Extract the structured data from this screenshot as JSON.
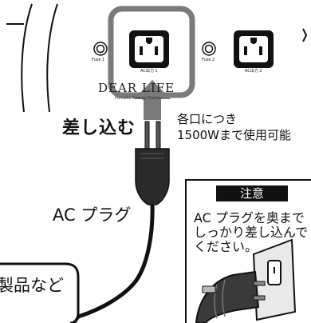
{
  "labels": {
    "insert": "差し込む",
    "note_line1": "各口につき",
    "note_line2": "1500Wまで使用可能",
    "plug": "AC プラグ",
    "device": "製品など"
  },
  "caution": {
    "title": "注意",
    "line1": "AC プラグを奥まで",
    "line2": "しっかり差し込んで",
    "line3": "ください。"
  },
  "panel": {
    "fuse1": "Fuse 1",
    "fuse2": "Fuse 2",
    "outlet1": "AC出力 1",
    "outlet2": "AC出力 2",
    "brand": "DEAR LIFE",
    "brand_sub": "Portable Energy Station"
  },
  "colors": {
    "highlight": "#7a7a7a",
    "ink": "#111111"
  }
}
